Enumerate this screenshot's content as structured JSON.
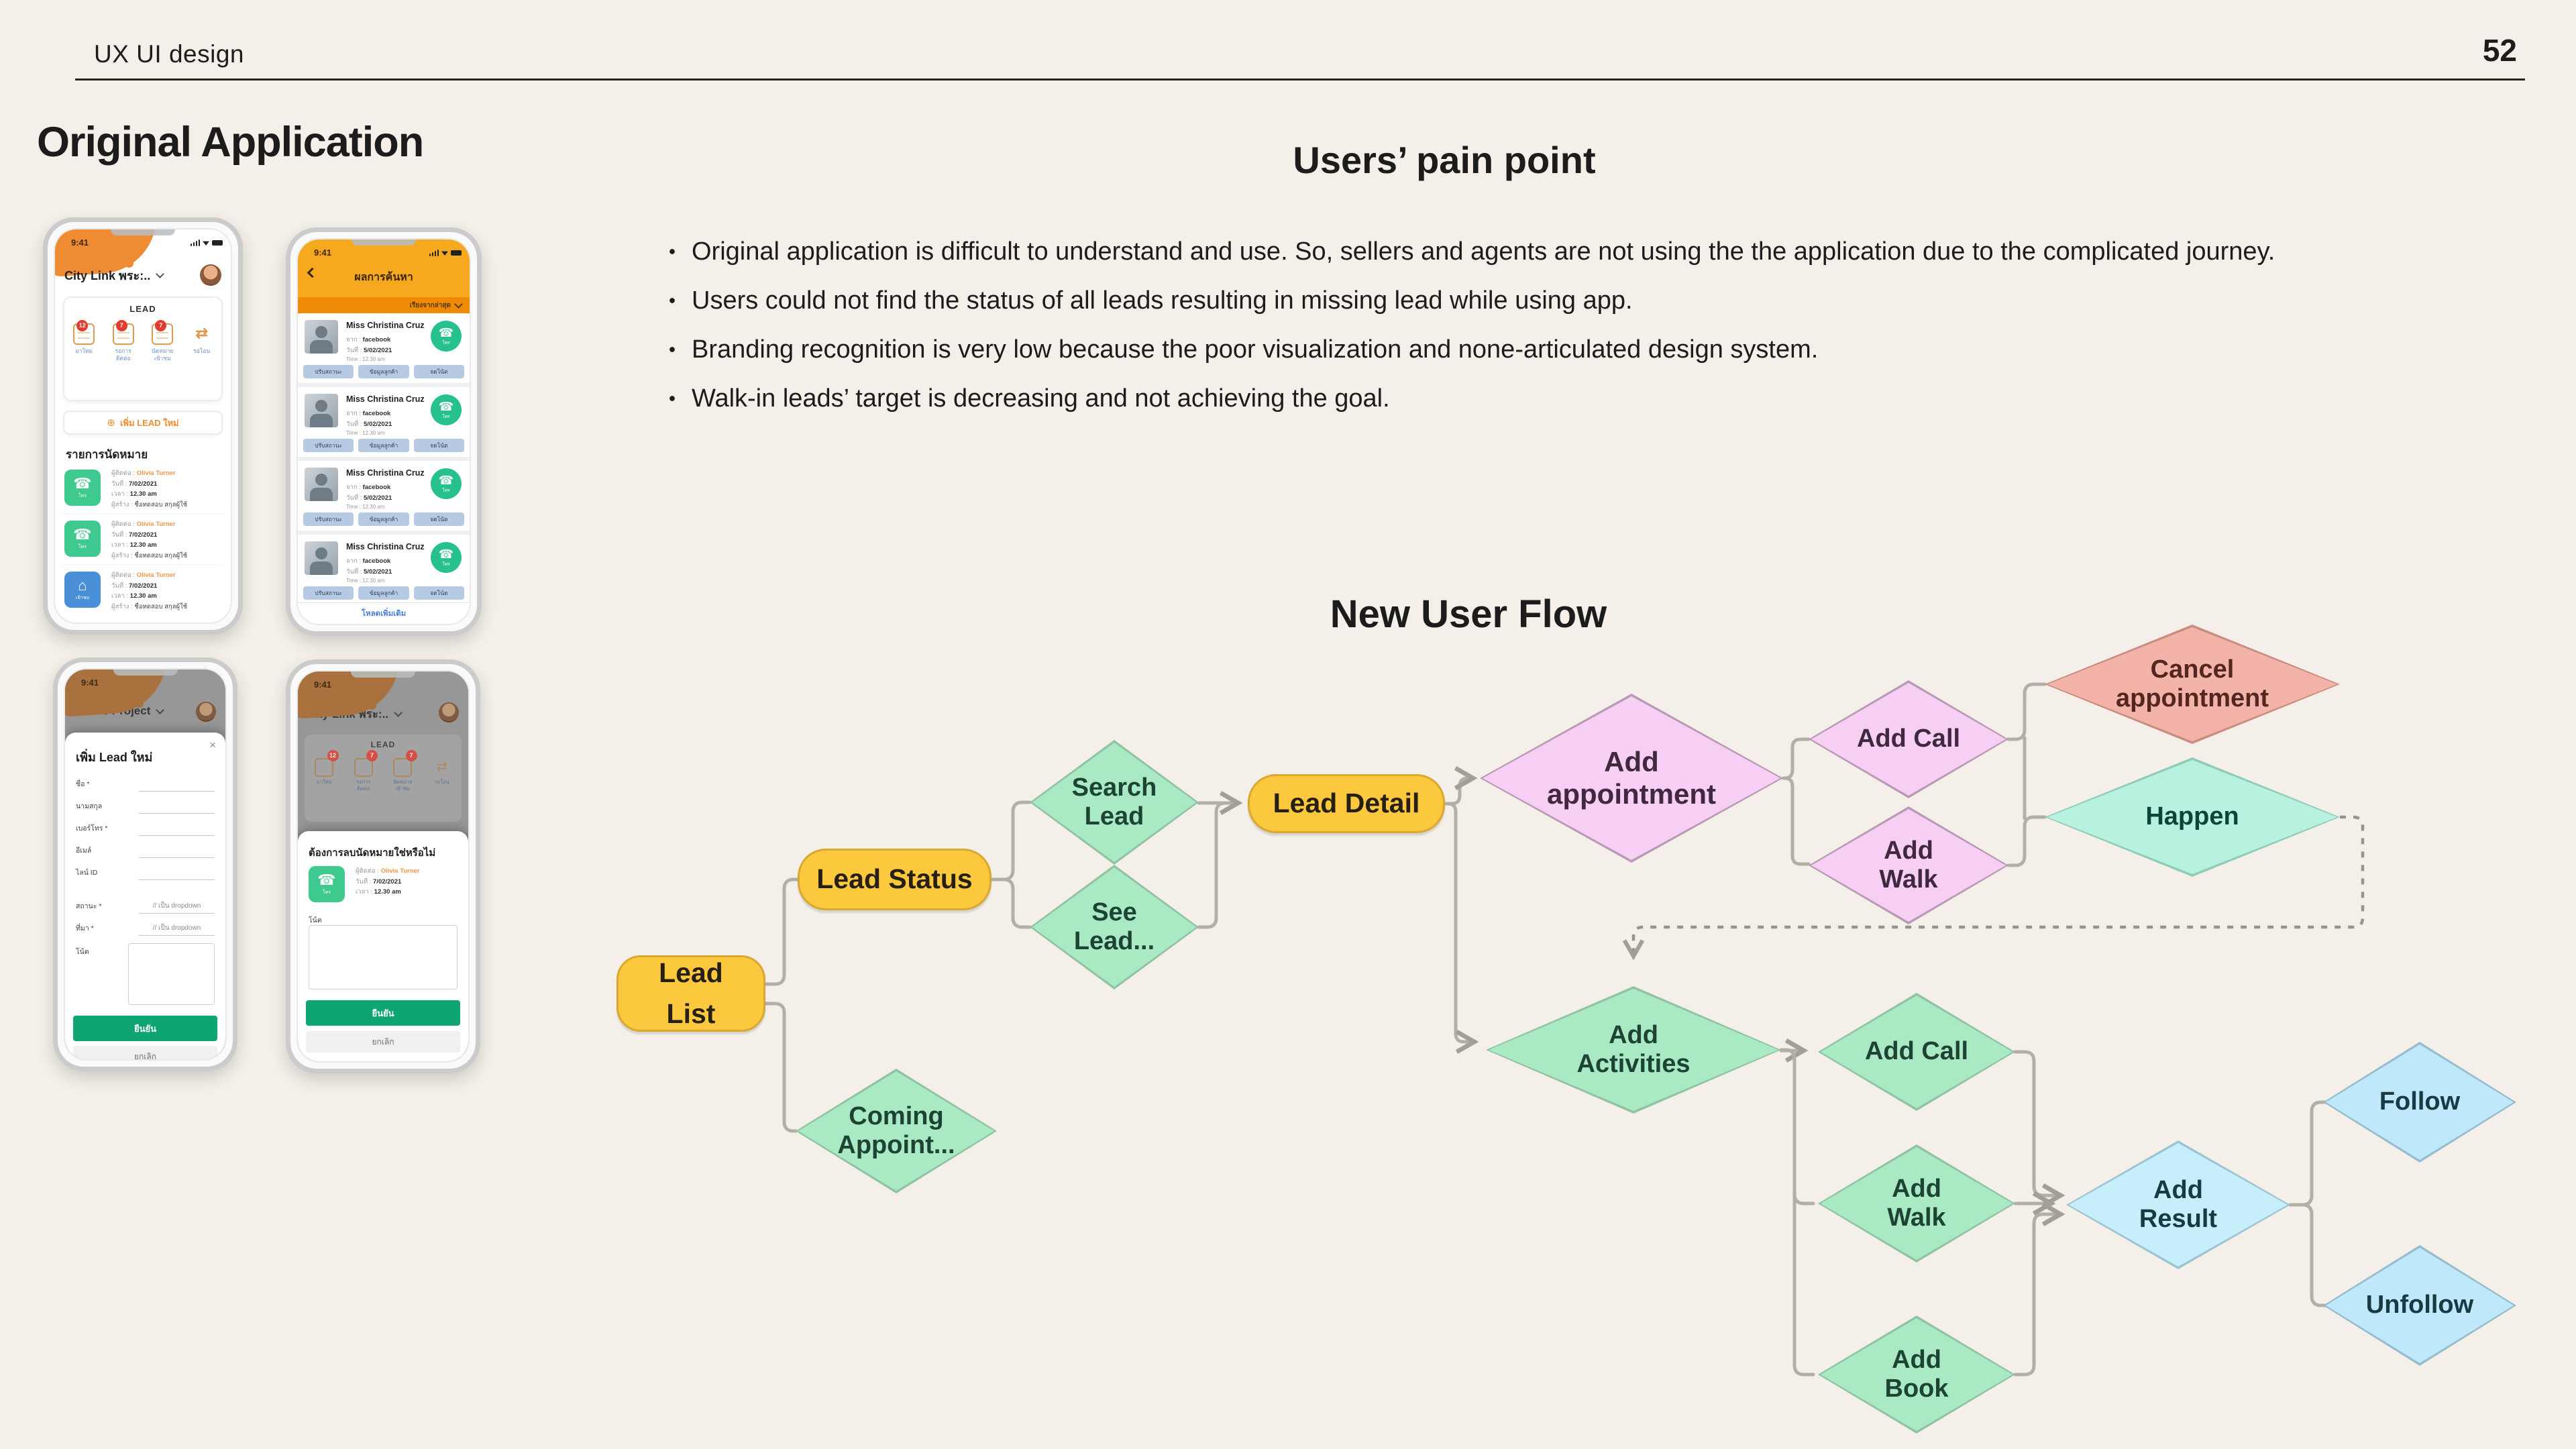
{
  "slide": {
    "header_label": "UX UI design",
    "page_number": "52"
  },
  "original_app": {
    "title": "Original Application"
  },
  "pain_points": {
    "title": "Users’ pain point",
    "bullets": [
      "Original application  is difficult to understand and use. So,  sellers and agents are not using the the application due to the complicated journey.",
      "Users could not find the status of all leads resulting in missing lead while using app.",
      "Branding recognition is very low because the poor visualization and none-articulated design system.",
      "Walk-in leads’ target is decreasing and not achieving the goal."
    ]
  },
  "flow": {
    "title": "New User Flow",
    "nodes": {
      "lead_list": "Lead\nList",
      "lead_status": "Lead Status",
      "search_lead": "Search\nLead",
      "see_lead": "See\nLead...",
      "lead_detail": "Lead Detail",
      "coming_appoint": "Coming\nAppoint...",
      "add_appointment": "Add\nappointment",
      "add_call_top": "Add Call",
      "add_walk_top": "Add\nWalk",
      "cancel_appointment": "Cancel\nappointment",
      "happen": "Happen",
      "add_activities": "Add\nActivities",
      "add_call_bottom": "Add Call",
      "add_walk_bottom": "Add\nWalk",
      "add_book": "Add\nBook",
      "add_result": "Add\nResult",
      "follow": "Follow",
      "unfollow": "Unfollow"
    },
    "palette": {
      "process_fill": "#fcc83d",
      "decision_green": "#a9e9c3",
      "decision_pink": "#f7cef4",
      "decision_salmon": "#f4b3a8",
      "decision_mint": "#b7f2e0",
      "decision_cyan": "#c6effb",
      "decision_blue": "#bfe9fb",
      "connector": "#b2afa7"
    }
  },
  "phone1": {
    "time": "9:41",
    "title": "City Link พระ:..",
    "lead_card": {
      "title": "LEAD",
      "items": [
        {
          "label": "มาใหม่",
          "badge": "12"
        },
        {
          "label": "รอการ\nติดต่อ",
          "badge": "7"
        },
        {
          "label": "นัดหมาย\nเข้าชม",
          "badge": "7"
        },
        {
          "label": "รอโอน",
          "badge": ""
        }
      ]
    },
    "add_button": "เพิ่ม LEAD ใหม่",
    "section_title": "รายการนัดหมาย",
    "row": {
      "tile_phone_label": "โทร",
      "tile_home_label": "เข้าชม",
      "contact_label": "ผู้ติดต่อ :",
      "contact_value": "Olivia Turner",
      "date_label": "วันที่ :",
      "date_value": "7/02/2021",
      "time_label": "เวลา :",
      "time_value": "12.30 am",
      "creator_label": "ผู้สร้าง :",
      "creator_value": "ชื่อทดสอบ สกุลผู้ใช้"
    }
  },
  "phone2": {
    "time": "9:41",
    "title": "ผลการค้นหา",
    "sort_label": "เรียงจากล่าสุด",
    "card": {
      "name": "Miss Christina Cruz",
      "from_label": "จาก :",
      "from_value": "facebook",
      "date_label": "วันที่ :",
      "date_value": "5/02/2021",
      "time_text": "Time : 12.30 am",
      "call_label": "โทร"
    },
    "card_buttons": [
      "ปรับสถานะ",
      "ข้อมูลลูกค้า",
      "จดโน้ต"
    ],
    "load_more": "โหลดเพิ่มเติม"
  },
  "phone3": {
    "time": "9:41",
    "behind_title": "Active Project",
    "modal_title": "เพิ่ม Lead ใหม่",
    "close": "×",
    "fields": [
      {
        "label": "ชื่อ *",
        "hint": ""
      },
      {
        "label": "นามสกุล",
        "hint": ""
      },
      {
        "label": "เบอร์โทร *",
        "hint": ""
      },
      {
        "label": "อีเมล์",
        "hint": ""
      },
      {
        "label": "ไลน์ ID",
        "hint": ""
      },
      {
        "label": "สถานะ *",
        "hint": "// เป็น dropdown"
      },
      {
        "label": "ที่มา *",
        "hint": "// เป็น dropdown"
      }
    ],
    "note_label": "โน้ต",
    "confirm": "ยืนยัน",
    "cancel": "ยกเลิก"
  },
  "phone4": {
    "time": "9:41",
    "behind_title": "City Link พระ:..",
    "behind_lead": "LEAD",
    "behind_items": [
      {
        "label": "มาใหม่",
        "badge": "12"
      },
      {
        "label": "รอการ\nติดต่อ",
        "badge": "7"
      },
      {
        "label": "นัดหมาย\nเข้าชม",
        "badge": "7"
      },
      {
        "label": "รอโอน",
        "badge": ""
      }
    ],
    "sheet_title": "ต้องการลบนัดหมายใช่หรือไม่",
    "tile_label": "โทร",
    "contact_label": "ผู้ติดต่อ :",
    "contact_value": "Olivia Turner",
    "date_label": "วันที่ :",
    "date_value": "7/02/2021",
    "time_label": "เวลา :",
    "time_value": "12.30 am",
    "note_label": "โน้ต",
    "confirm": "ยืนยัน",
    "cancel": "ยกเลิก"
  }
}
